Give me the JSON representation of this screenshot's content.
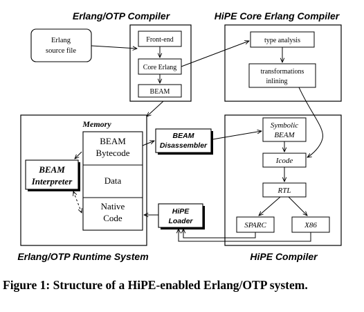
{
  "sections": {
    "otp_compiler": "Erlang/OTP Compiler",
    "hipe_core": "HiPE Core Erlang Compiler",
    "runtime": "Erlang/OTP Runtime System",
    "hipe_compiler": "HiPE Compiler"
  },
  "nodes": {
    "source_line1": "Erlang",
    "source_line2": "source file",
    "front_end": "Front-end",
    "core_erlang": "Core Erlang",
    "beam": "BEAM",
    "type_analysis": "type analysis",
    "transform_line1": "transformations",
    "transform_line2": "inlining",
    "memory": "Memory",
    "beam_bytecode_line1": "BEAM",
    "beam_bytecode_line2": "Bytecode",
    "data": "Data",
    "native_line1": "Native",
    "native_line2": "Code",
    "interp_line1": "BEAM",
    "interp_line2": "Interpreter",
    "disasm_line1": "BEAM",
    "disasm_line2": "Disassembler",
    "symbolic_line1": "Symbolic",
    "symbolic_line2": "BEAM",
    "icode": "Icode",
    "rtl": "RTL",
    "sparc": "SPARC",
    "x86": "X86",
    "loader_line1": "HiPE",
    "loader_line2": "Loader"
  },
  "caption": "Figure 1: Structure of a HiPE-enabled Erlang/OTP system."
}
